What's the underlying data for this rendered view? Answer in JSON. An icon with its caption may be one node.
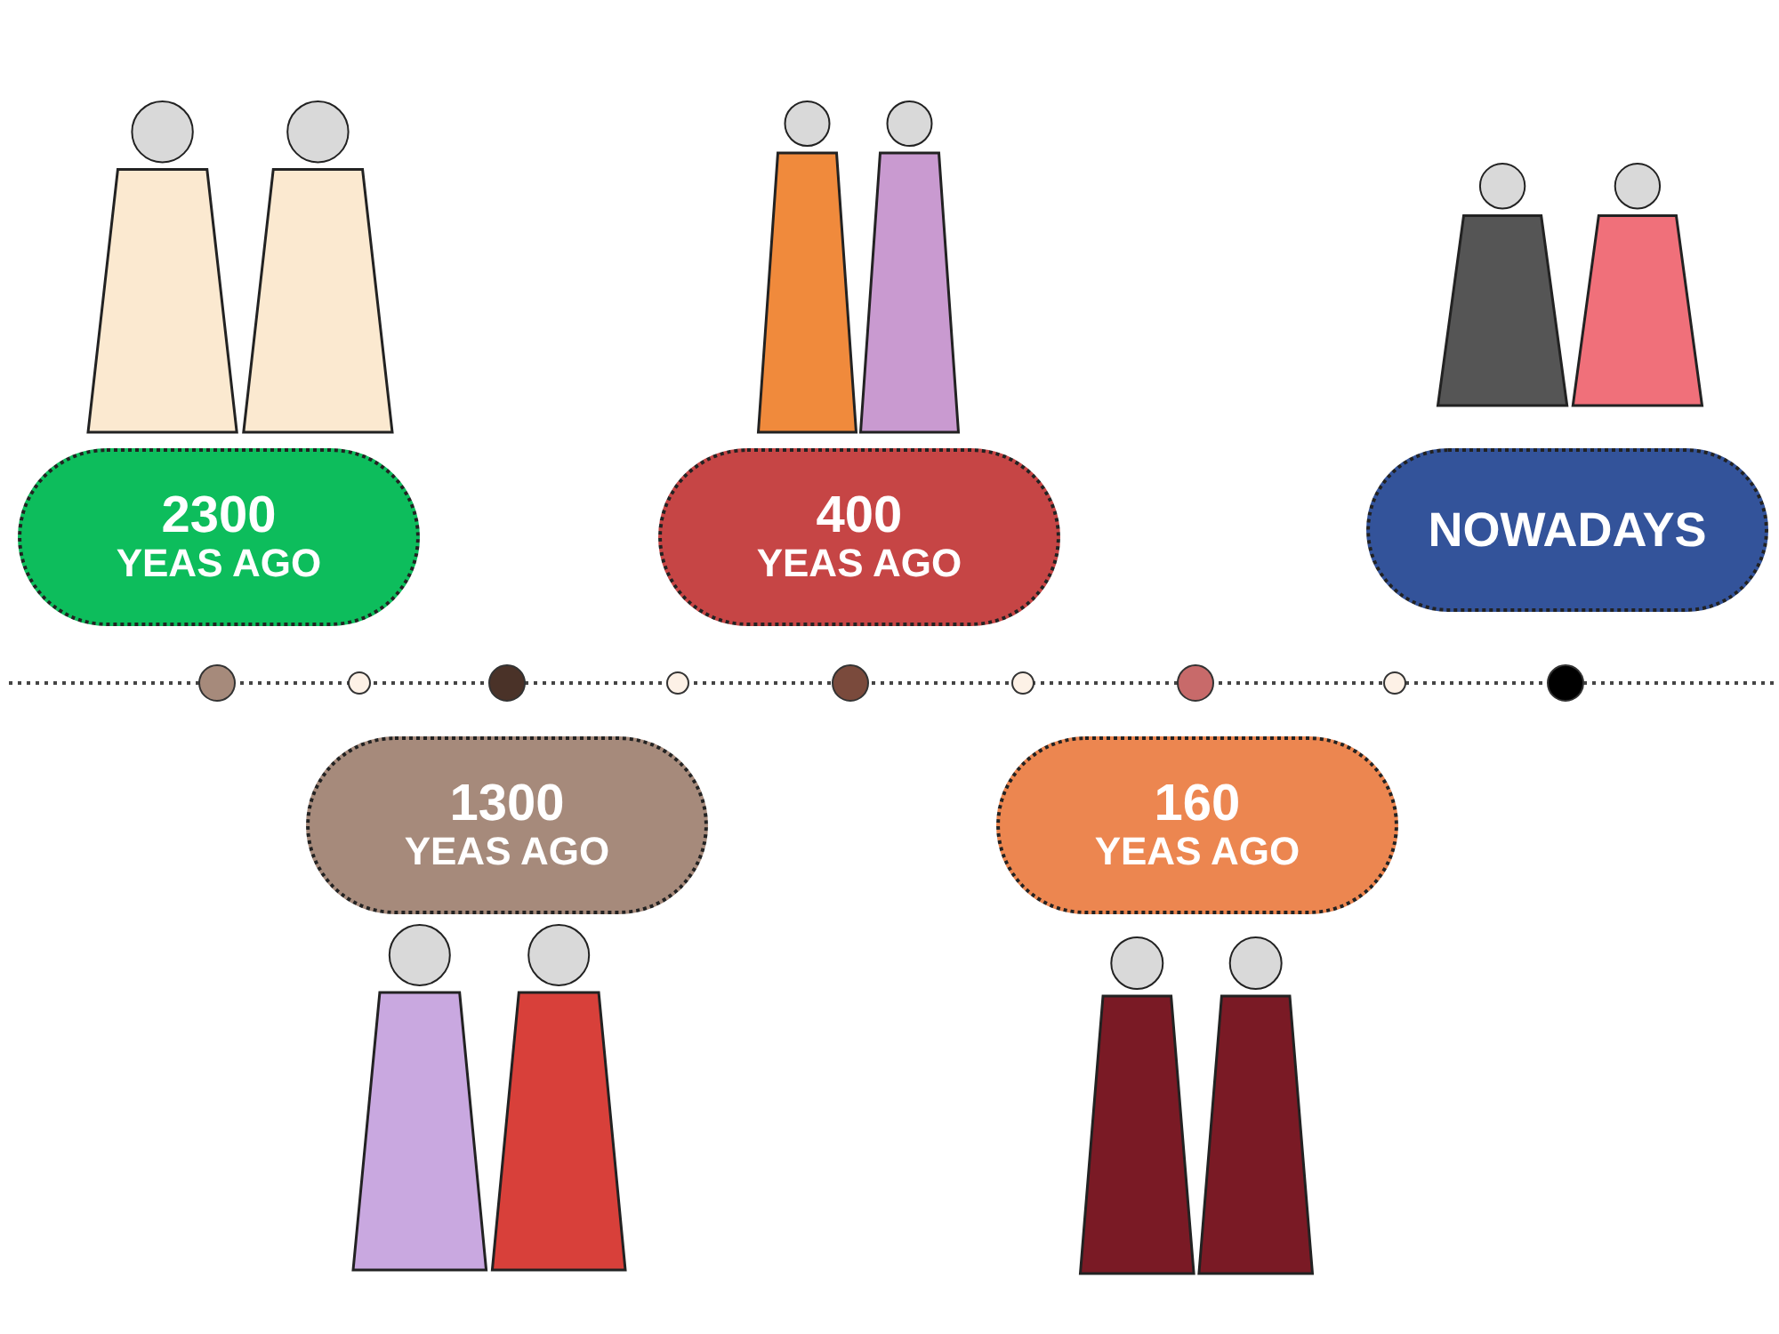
{
  "diagram": {
    "nodes": [
      {
        "text": [
          "2300",
          "YEAS AGO"
        ]
      },
      {
        "text": [
          "1300",
          "YEAS AGO"
        ]
      },
      {
        "text": [
          "400",
          "YEAS AGO"
        ]
      },
      {
        "text": [
          "160",
          "YEAS AGO"
        ]
      },
      {
        "text": [
          "NOWADAYS"
        ]
      }
    ]
  }
}
